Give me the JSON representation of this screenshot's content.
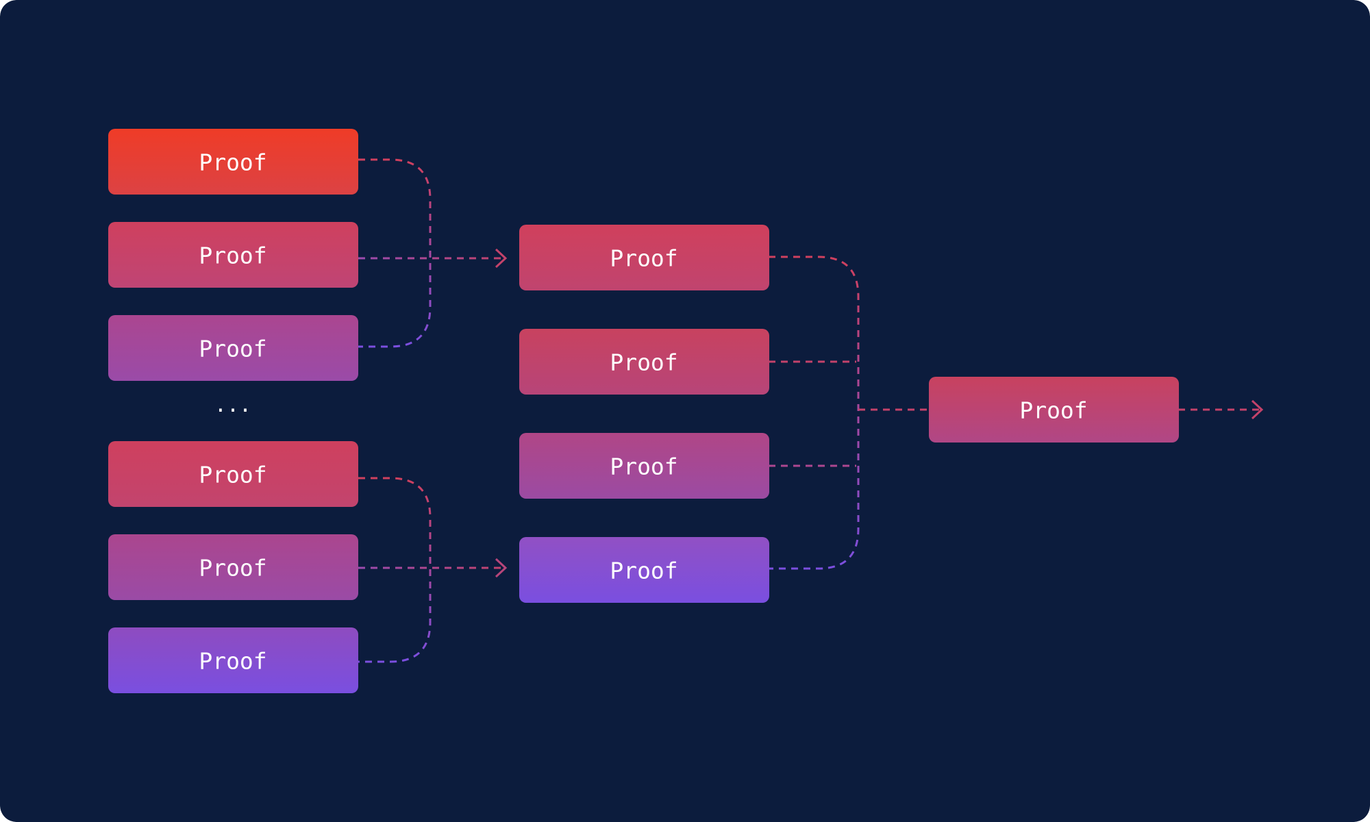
{
  "colors": {
    "background": "#0c1c3d",
    "red": "#ef3c27",
    "crimson": "#cf405e",
    "rose": "#bf4670",
    "magenta": "#a04a9e",
    "violet": "#7b4fe0"
  },
  "ellipsis": "...",
  "level1": [
    {
      "label": "Proof"
    },
    {
      "label": "Proof"
    },
    {
      "label": "Proof"
    },
    {
      "label": "Proof"
    },
    {
      "label": "Proof"
    },
    {
      "label": "Proof"
    }
  ],
  "level2": [
    {
      "label": "Proof"
    },
    {
      "label": "Proof"
    },
    {
      "label": "Proof"
    },
    {
      "label": "Proof"
    }
  ],
  "final": {
    "label": "Proof"
  }
}
